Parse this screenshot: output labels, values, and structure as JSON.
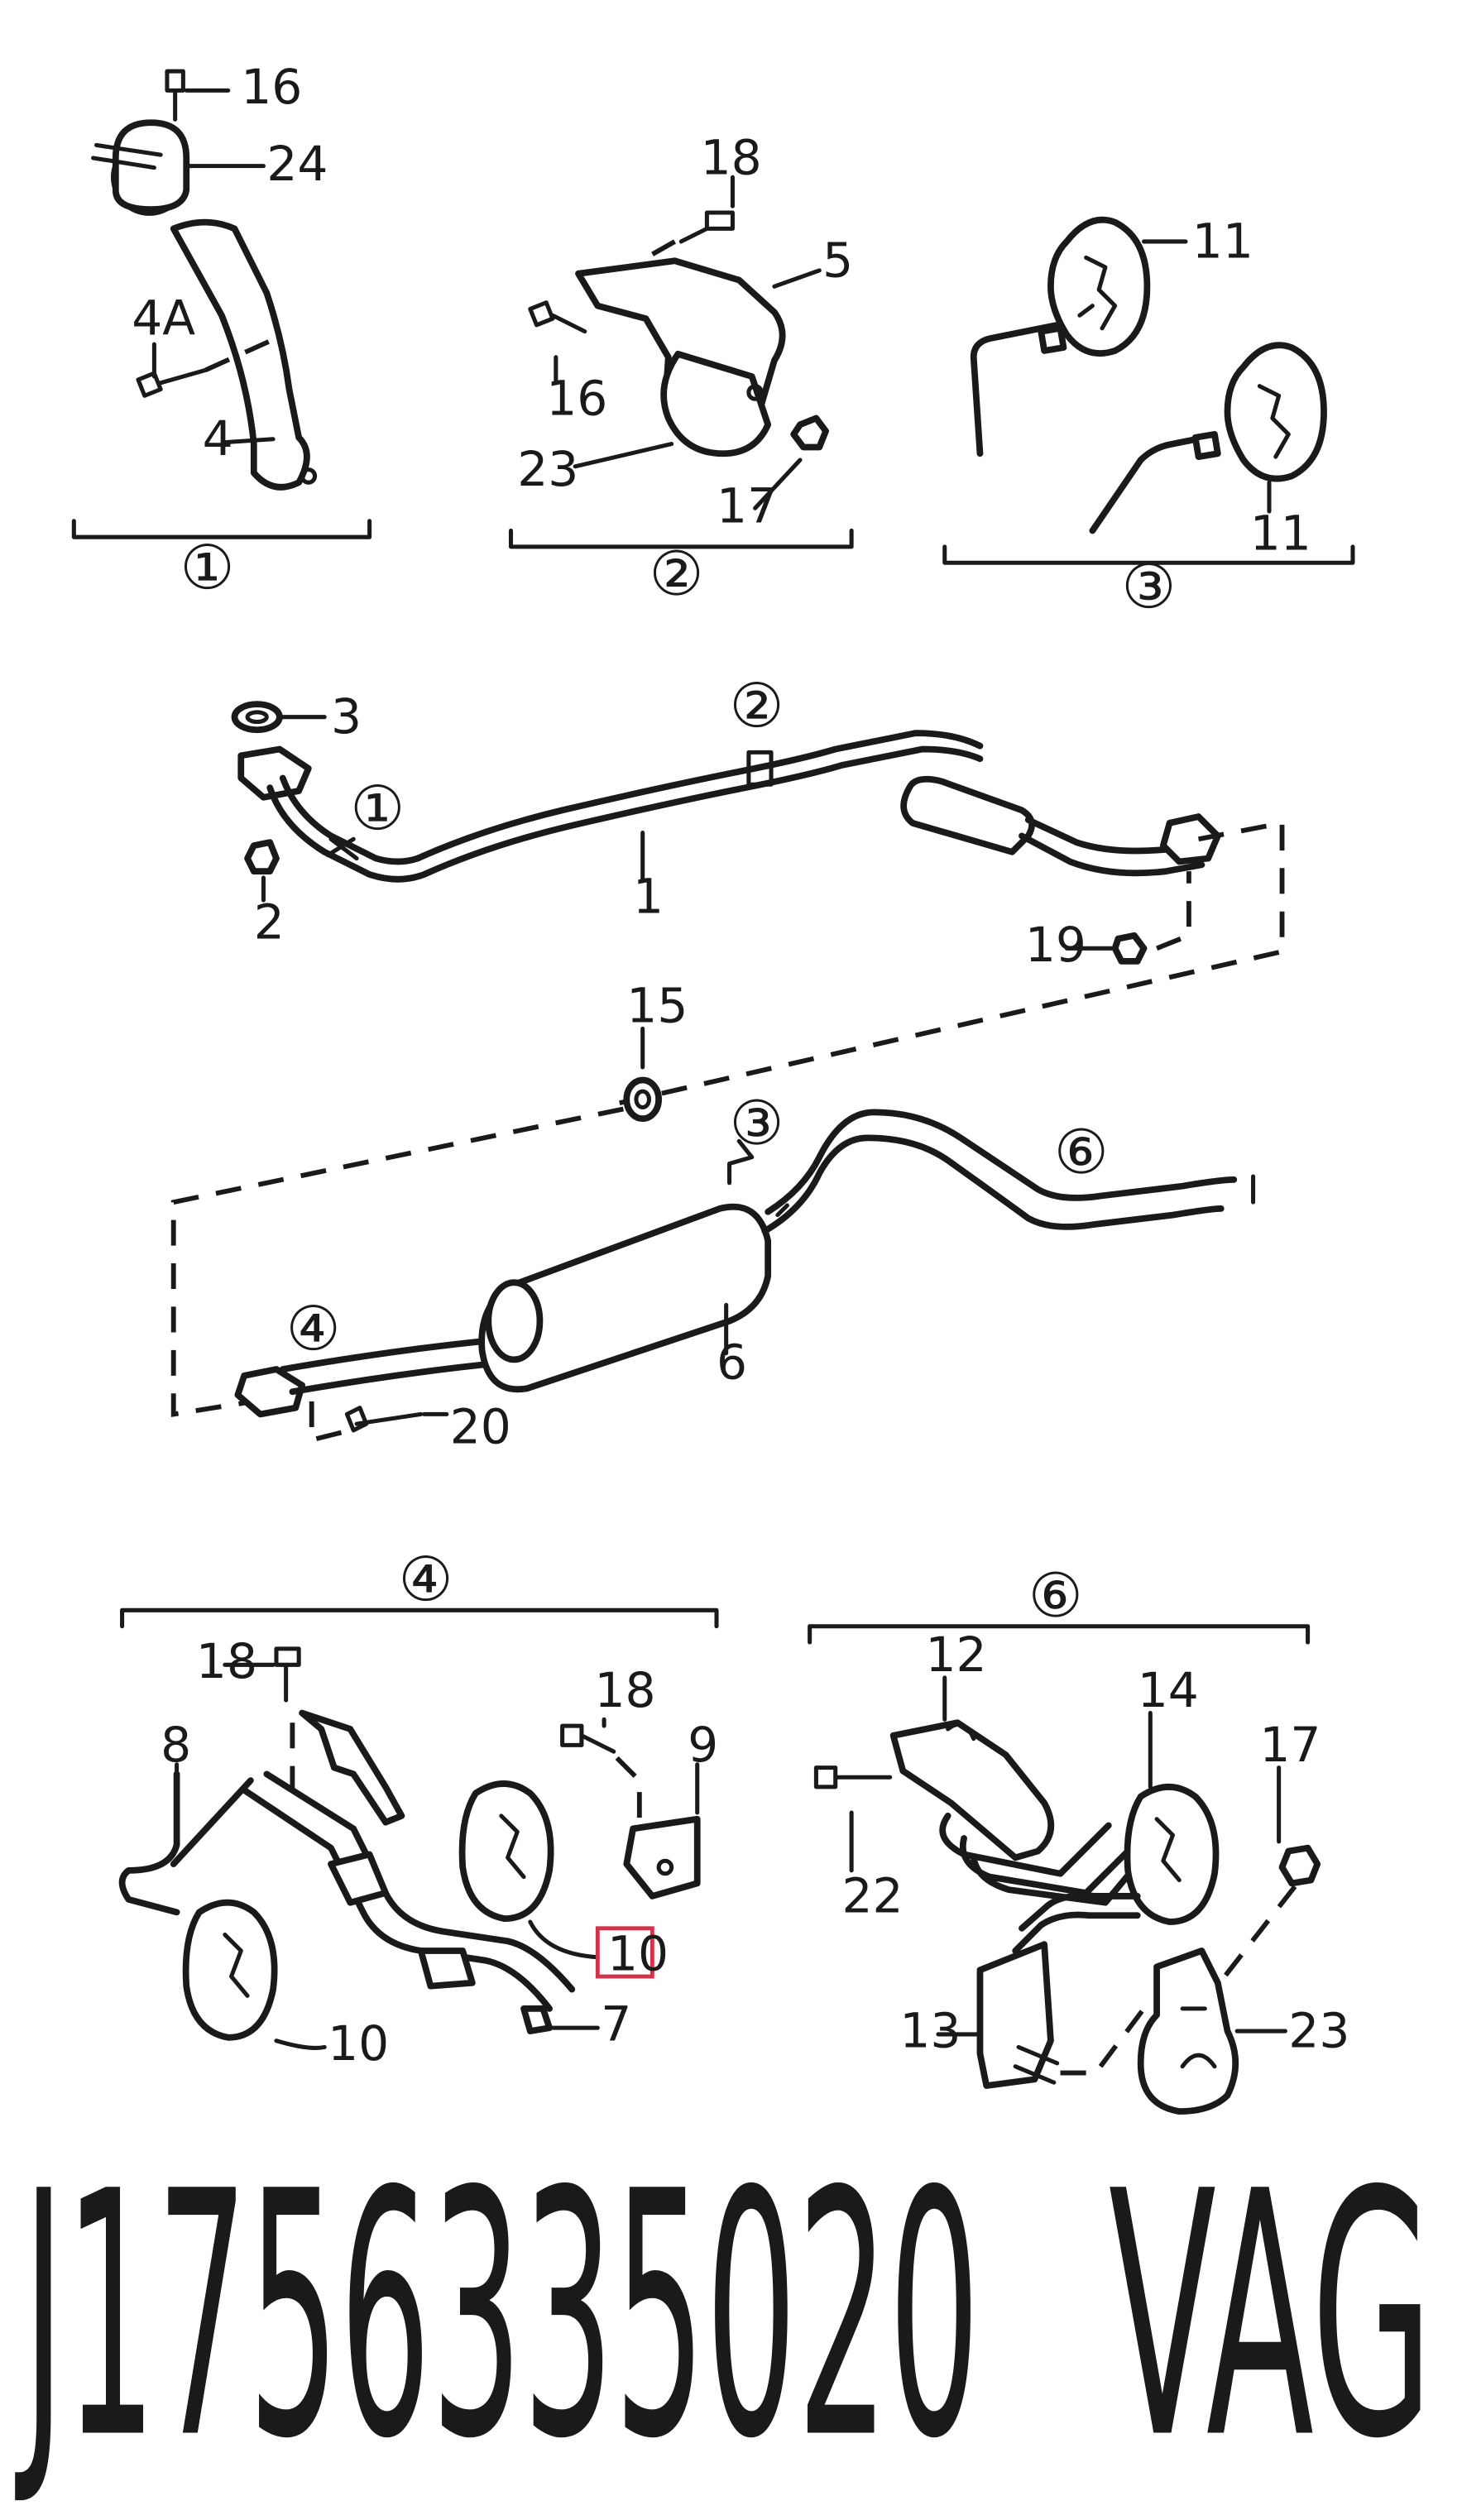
{
  "sections": {
    "s1": "①",
    "s2": "②",
    "s3": "③",
    "s4": "④",
    "s6": "⑥"
  },
  "labels": {
    "l16a": "16",
    "l24": "24",
    "l4a": "4A",
    "l4": "4",
    "l18a": "18",
    "l5": "5",
    "l16b": "16",
    "l23a": "23",
    "l17a": "17",
    "l11a": "11",
    "l11b": "11",
    "l3": "3",
    "l2": "2",
    "l1": "1",
    "l19": "19",
    "l15": "15",
    "l6": "6",
    "l20": "20",
    "l18b": "18",
    "l8": "8",
    "l18c": "18",
    "l9": "9",
    "l10a": "10",
    "l10b": "10",
    "l7": "7",
    "l12": "12",
    "l14": "14",
    "l17b": "17",
    "l22": "22",
    "l13": "13",
    "l23b": "23"
  },
  "part_number": "J1756335020",
  "brand": "VAG",
  "colors": {
    "ink": "#1a1a1a",
    "highlight": "#d1334a"
  }
}
